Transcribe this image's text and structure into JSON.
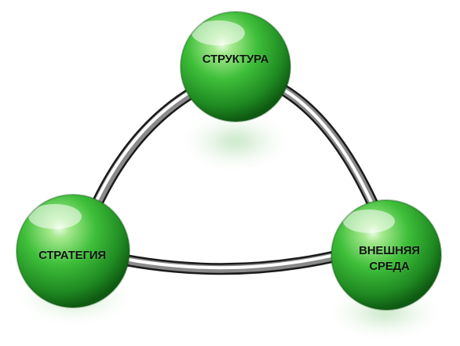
{
  "nodes": [
    {
      "id": "structure",
      "label": "СТРУКТУРА"
    },
    {
      "id": "strategy",
      "label": "СТРАТЕГИЯ"
    },
    {
      "id": "environment",
      "label": "ВНЕШНЯЯ\nСРЕДА"
    }
  ],
  "colors": {
    "sphere_light": "#b8f0a8",
    "sphere_mid": "#3fbf3a",
    "sphere_dark": "#136b17",
    "ring_light": "#ffffff",
    "ring_dark": "#1a1a1a",
    "shadow": "#7fc97a"
  }
}
